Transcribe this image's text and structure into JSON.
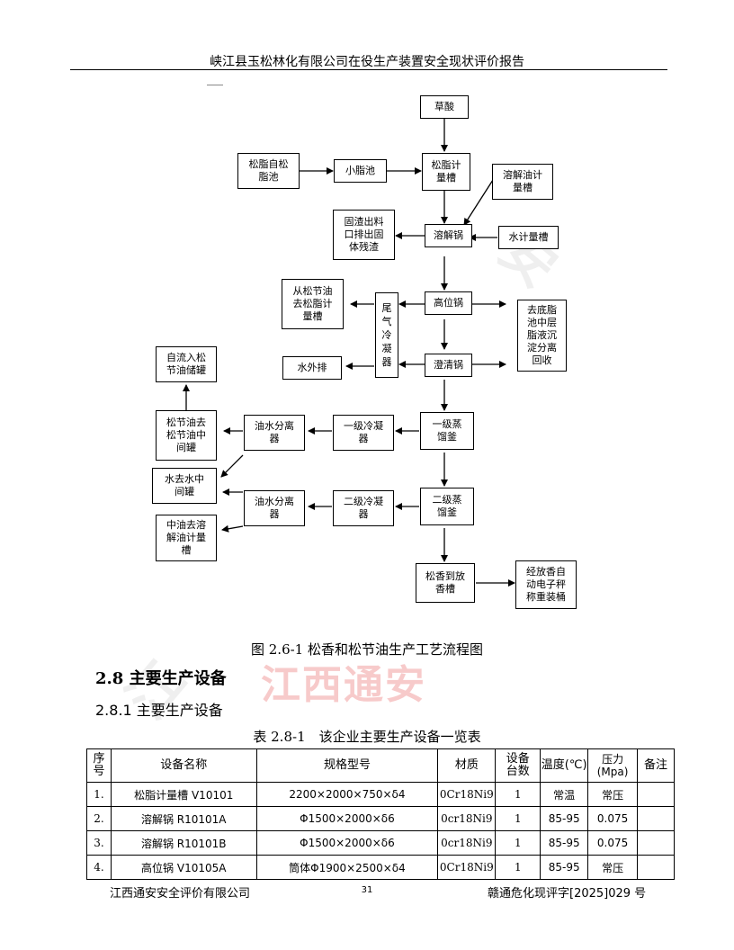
{
  "header": {
    "title": "峡江县玉松林化有限公司在役生产装置安全现状评价报告"
  },
  "flowchart": {
    "nodes": {
      "caosuan": "草酸",
      "songzhi_zisong": "松脂自松\n脂池",
      "xiaozhichi": "小脂池",
      "songzhi_jiliang": "松脂计\n量槽",
      "rongjieyou_jiliang": "溶解油计\n量槽",
      "guzha": "固渣出料\n口排出固\n体残渣",
      "rongjieguo": "溶解锅",
      "shui_jiliang": "水计量槽",
      "congsongjieyou": "从松节油\n去松脂计\n量槽",
      "weiqi": "尾\n气\n冷\n凝\n器",
      "gaoweiguo": "高位锅",
      "qudizhi": "去底脂\n池中层\n脂液沉\n淀分离\n回收",
      "shuiwaipai": "水外排",
      "chengqingguo": "澄清锅",
      "ziliuru": "自流入松\n节油储罐",
      "songjieyou_qu": "松节油去\n松节油中\n间罐",
      "youshui1": "油水分离\n器",
      "yiji_lengning": "一级冷凝\n器",
      "yiji_zheliu": "一级蒸\n馏釜",
      "shuiqushui": "水去水中\n间罐",
      "youshui2": "油水分离\n器",
      "erji_lengning": "二级冷凝\n器",
      "erji_zheliu": "二级蒸\n馏釜",
      "zhongyou": "中油去溶\n解油计量\n槽",
      "songxiang_fang": "松香到放\n香槽",
      "jingfang": "经放香自\n动电子秤\n称重装桶"
    }
  },
  "caption": "图 2.6-1 松香和松节油生产工艺流程图",
  "section": {
    "h2": "2.8 主要生产设备",
    "h3": "2.8.1 主要生产设备"
  },
  "watermark": "江西通安",
  "table": {
    "title": "表 2.8-1　该企业主要生产设备一览表",
    "headers": [
      "序\n号",
      "设备名称",
      "规格型号",
      "材质",
      "设备\n台数",
      "温度(℃)",
      "压力\n(Mpa)",
      "备注"
    ],
    "rows": [
      [
        "1.",
        "松脂计量槽 V10101",
        "2200×2000×750×δ4",
        "0Cr18Ni9",
        "1",
        "常温",
        "常压",
        ""
      ],
      [
        "2.",
        "溶解锅 R10101A",
        "Φ1500×2000×δ6",
        "0cr18Ni9",
        "1",
        "85-95",
        "0.075",
        ""
      ],
      [
        "3.",
        "溶解锅 R10101B",
        "Φ1500×2000×δ6",
        "0cr18Ni9",
        "1",
        "85-95",
        "0.075",
        ""
      ],
      [
        "4.",
        "高位锅 V10105A",
        "筒体Φ1900×2500×δ4",
        "0Cr18Ni9",
        "1",
        "85-95",
        "常压",
        ""
      ]
    ]
  },
  "footer": {
    "company": "江西通安安全评价有限公司",
    "page": "31",
    "doc_no": "赣通危化现评字[2025]029 号"
  }
}
